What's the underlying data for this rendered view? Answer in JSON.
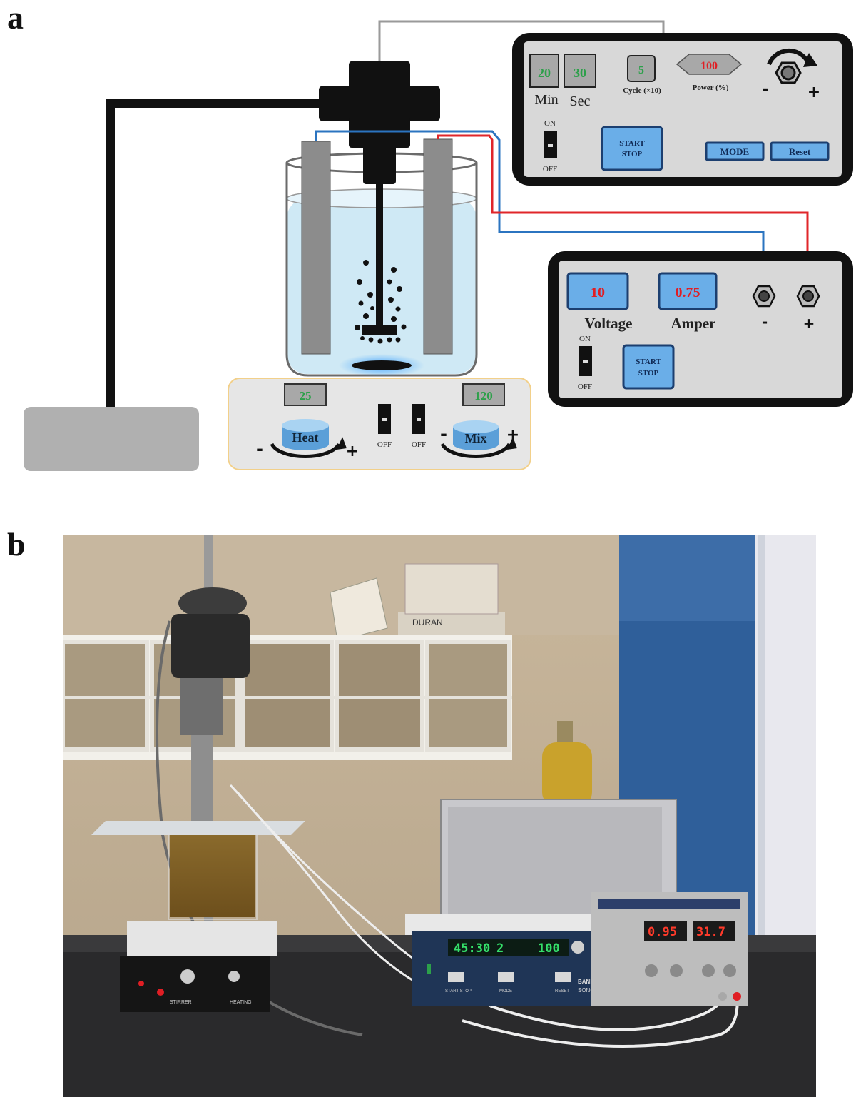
{
  "panel_a": {
    "letter": "a",
    "sonicator": {
      "minutes": "20",
      "seconds": "30",
      "min_label": "Min",
      "sec_label": "Sec",
      "cycle": "5",
      "cycle_label": "Cycle (×10)",
      "power": "100",
      "power_label": "Power (%)",
      "on_label": "ON",
      "off_label": "OFF",
      "start_stop_line1": "START",
      "start_stop_line2": "STOP",
      "mode_label": "MODE",
      "reset_label": "Reset",
      "minus": "-",
      "plus": "+"
    },
    "power_supply": {
      "voltage": "10",
      "voltage_label": "Voltage",
      "amper": "0.75",
      "amper_label": "Amper",
      "on_label": "ON",
      "off_label": "OFF",
      "start_stop_line1": "START",
      "start_stop_line2": "STOP",
      "minus": "-",
      "plus": "+"
    },
    "hotplate": {
      "heat_value": "25",
      "mix_value": "120",
      "heat_label": "Heat",
      "mix_label": "Mix",
      "off_label_1": "OFF",
      "off_label_2": "OFF",
      "minus": "-",
      "plus": "+"
    },
    "colors": {
      "red_wire": "#e0262a",
      "blue_wire": "#2b74c0",
      "led_green": "#2ca04a",
      "led_red": "#e01e24",
      "button_blue": "#6aaee8",
      "water": "#cfe9f5"
    }
  },
  "panel_b": {
    "letter": "b",
    "sonicator_display": {
      "time": "45:30",
      "cycle": "2",
      "power": "100",
      "brand_line1": "BANDELIN",
      "brand_line2": "SONOPULS",
      "start_stop": "START STOP",
      "mode": "MODE",
      "reset": "RESET"
    },
    "power_supply_display": {
      "current": "0.95",
      "voltage": "31.7"
    },
    "hotplate_labels": {
      "stirrer": "STIRRER",
      "heating": "HEATING"
    },
    "box_label": "DURAN"
  }
}
